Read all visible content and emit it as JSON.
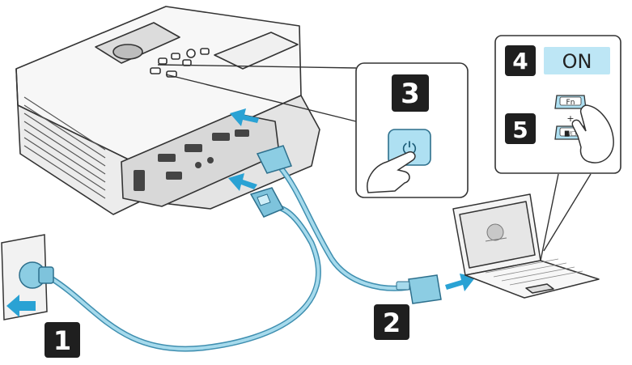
{
  "steps": {
    "s1": "1",
    "s2": "2",
    "s3": "3",
    "s4": "4",
    "s5": "5"
  },
  "on_label": "ON",
  "keys": {
    "fn": "Fn",
    "plus": "+",
    "display_switch": "▇/▢"
  },
  "power_glyph": "⏻",
  "colors": {
    "cable": "#7ec3dc",
    "cable_dark": "#3f8fb0",
    "arrow": "#2aa2d4",
    "on_bg": "#bde6f5",
    "power_btn": "#aee0f2",
    "badge": "#1f1f1f",
    "outline": "#333333"
  },
  "icons": {
    "projector": "projector-icon",
    "laptop": "laptop-icon",
    "outlet": "wall-outlet-icon",
    "hand": "pointing-hand-icon"
  }
}
